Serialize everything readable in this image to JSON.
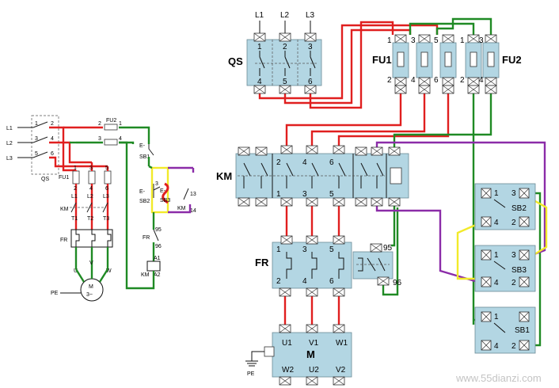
{
  "left_schematic": {
    "lines": [
      "L1",
      "L2",
      "L3"
    ],
    "qs": "QS",
    "fu1": "FU1",
    "fu2": "FU2",
    "km": "KM",
    "fr": "FR",
    "pe": "PE",
    "motor": "M",
    "motor_phase": "3~",
    "pole_tops": [
      "1",
      "3",
      "5"
    ],
    "pole_mid": [
      "2",
      "4",
      "6"
    ],
    "l_labels": [
      "L1",
      "L2",
      "L3"
    ],
    "t_labels": [
      "T1",
      "T2",
      "T3"
    ],
    "uvw": [
      "U",
      "V",
      "W"
    ],
    "fu2_terms": [
      "2",
      "1",
      "3",
      "4"
    ],
    "sb1": "SB1",
    "sb2": "SB2",
    "sb3": "SB3",
    "sb_prefix": "E-",
    "sb_pins": [
      "3",
      "4"
    ],
    "km_aux": [
      "KM",
      "13",
      "14"
    ],
    "fr_aux": [
      "FR",
      "95",
      "96"
    ],
    "coil": [
      "KM",
      "A1",
      "A2"
    ]
  },
  "physical": {
    "qs": {
      "label": "QS",
      "top": [
        "L1",
        "L2",
        "L3"
      ],
      "pins_top": [
        "1",
        "2",
        "3"
      ],
      "pins_bottom": [
        "4",
        "5",
        "6"
      ]
    },
    "fu1": {
      "label": "FU1",
      "pins_top": [
        "1",
        "3",
        "5"
      ],
      "pins_bottom": [
        "2",
        "4",
        "6"
      ]
    },
    "fu2": {
      "label": "FU2",
      "pins_top": [
        "1",
        "3"
      ],
      "pins_bottom": [
        "2",
        "4"
      ]
    },
    "km": {
      "label": "KM",
      "pins_top": [
        "2",
        "4",
        "6"
      ],
      "pins_bottom": [
        "1",
        "3",
        "5"
      ]
    },
    "fr": {
      "label": "FR",
      "pins_top": [
        "1",
        "3",
        "5"
      ],
      "pins_bottom": [
        "2",
        "4",
        "6"
      ],
      "aux": [
        "95",
        "96"
      ]
    },
    "sb2": {
      "label": "SB2",
      "pins": [
        "1",
        "3",
        "4",
        "2"
      ]
    },
    "sb3": {
      "label": "SB3",
      "pins": [
        "1",
        "3",
        "4",
        "2"
      ]
    },
    "sb1": {
      "label": "SB1",
      "pins": [
        "1",
        "4",
        "2"
      ]
    },
    "motor": {
      "label": "M",
      "top": [
        "U1",
        "V1",
        "W1"
      ],
      "bottom": [
        "W2",
        "U2",
        "V2"
      ]
    },
    "pe": "PE"
  },
  "watermark": "www.55dianzi.com",
  "colors": {
    "block": "#b3d6e3",
    "red": "#e01f1f",
    "green": "#1f8a24",
    "purple": "#8b2ca8",
    "yellow": "#f2ea2a"
  }
}
